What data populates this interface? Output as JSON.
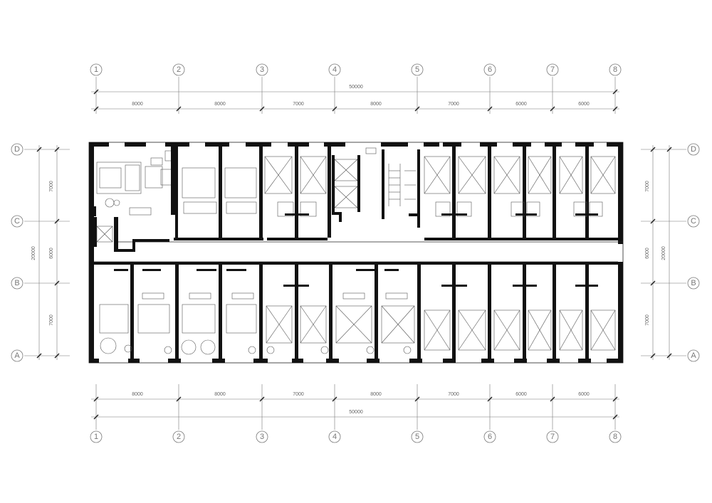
{
  "grid": {
    "columns": [
      "1",
      "2",
      "3",
      "4",
      "5",
      "6",
      "7",
      "8"
    ],
    "rows": [
      "D",
      "C",
      "B",
      "A"
    ]
  },
  "dimensions": {
    "top_total": "50000",
    "top_spans": [
      "8000",
      "8000",
      "7000",
      "8000",
      "7000",
      "6000",
      "6000"
    ],
    "bottom_spans": [
      "8000",
      "8000",
      "7000",
      "8000",
      "7000",
      "6000",
      "6000"
    ],
    "bottom_total": "50000",
    "left_spans": [
      "7000",
      "6000",
      "7000"
    ],
    "left_total": "20000",
    "right_spans": [
      "7000",
      "6000",
      "7000"
    ],
    "right_total": "20000"
  },
  "colors": {
    "wall": "#111111",
    "grid_line": "#777777",
    "background": "#ffffff"
  }
}
